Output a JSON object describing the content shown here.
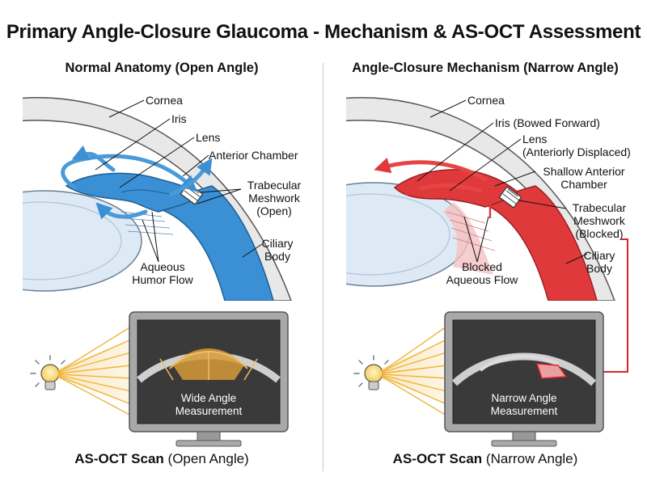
{
  "title": "Primary Angle-Closure Glaucoma - Mechanism & AS-OCT Assessment",
  "left_panel": {
    "heading": "Normal Anatomy (Open Angle)",
    "labels": {
      "cornea": "Cornea",
      "iris": "Iris",
      "lens": "Lens",
      "anterior_chamber": "Anterior Chamber",
      "trabecular_1": "Trabecular",
      "trabecular_2": "Meshwork",
      "trabecular_3": "(Open)",
      "ciliary_1": "Ciliary",
      "ciliary_2": "Body",
      "aqueous_1": "Aqueous",
      "aqueous_2": "Humor Flow"
    },
    "screen_1": "Wide Angle",
    "screen_2": "Measurement",
    "caption_bold": "AS-OCT Scan",
    "caption_rest": " (Open Angle)"
  },
  "right_panel": {
    "heading": "Angle-Closure Mechanism (Narrow Angle)",
    "labels": {
      "cornea": "Cornea",
      "iris": "Iris (Bowed Forward)",
      "lens_1": "Lens",
      "lens_2": "(Anteriorly Displaced)",
      "shallow_1": "Shallow Anterior",
      "shallow_2": "Chamber",
      "trabecular_1": "Trabecular",
      "trabecular_2": "Meshwork",
      "trabecular_3": "(Blocked)",
      "ciliary_1": "Ciliary",
      "ciliary_2": "Body",
      "blocked_1": "Blocked",
      "blocked_2": "Aqueous Flow"
    },
    "screen_1": "Narrow Angle",
    "screen_2": "Measurement",
    "caption_bold": "AS-OCT Scan",
    "caption_rest": " (Narrow Angle)"
  },
  "colors": {
    "normal_tissue": "#3b8fd4",
    "normal_flow": "#4a9ad8",
    "closure_tissue": "#e0393c",
    "closure_flow": "#e64545",
    "lens": "#dde9f5",
    "cornea": "#e8e8e8",
    "monitor": "#9a9a9a",
    "screen": "#3a3a3a",
    "light_beam": "#f0b43a"
  }
}
